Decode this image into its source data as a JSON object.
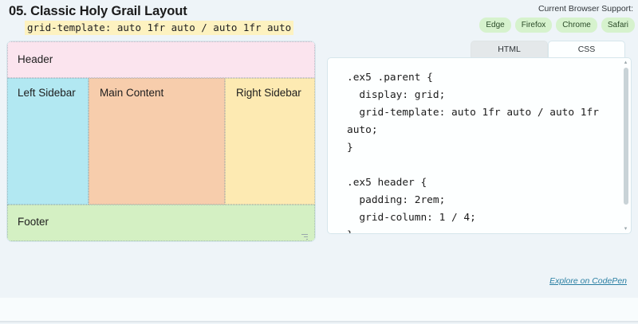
{
  "header": {
    "example_number": "05.",
    "title": "05. Classic Holy Grail Layout",
    "code_snippet": "grid-template: auto 1fr auto / auto 1fr auto"
  },
  "browser_support": {
    "label": "Current Browser Support:",
    "badge_color": "#d6f2cd",
    "badges": [
      {
        "name": "Edge"
      },
      {
        "name": "Firefox"
      },
      {
        "name": "Chrome"
      },
      {
        "name": "Safari"
      }
    ]
  },
  "demo": {
    "cells": [
      {
        "label": "Header",
        "color": "#fbe4ee"
      },
      {
        "label": "Left Sidebar",
        "color": "#b2e8f2"
      },
      {
        "label": "Main Content",
        "color": "#f7cdac"
      },
      {
        "label": "Right Sidebar",
        "color": "#fdeab2"
      },
      {
        "label": "Footer",
        "color": "#d4f0c3"
      }
    ]
  },
  "code_panel": {
    "tabs": [
      {
        "label": "HTML",
        "active": false
      },
      {
        "label": "CSS",
        "active": true
      }
    ],
    "code": ".ex5 .parent {\n  display: grid;\n  grid-template: auto 1fr auto / auto 1fr auto;\n}\n\n.ex5 header {\n  padding: 2rem;\n  grid-column: 1 / 4;\n}\n",
    "scroll_down_arrow": "▾",
    "scroll_up_arrow": "▴"
  },
  "footer_link": {
    "label": "Explore on CodePen"
  }
}
